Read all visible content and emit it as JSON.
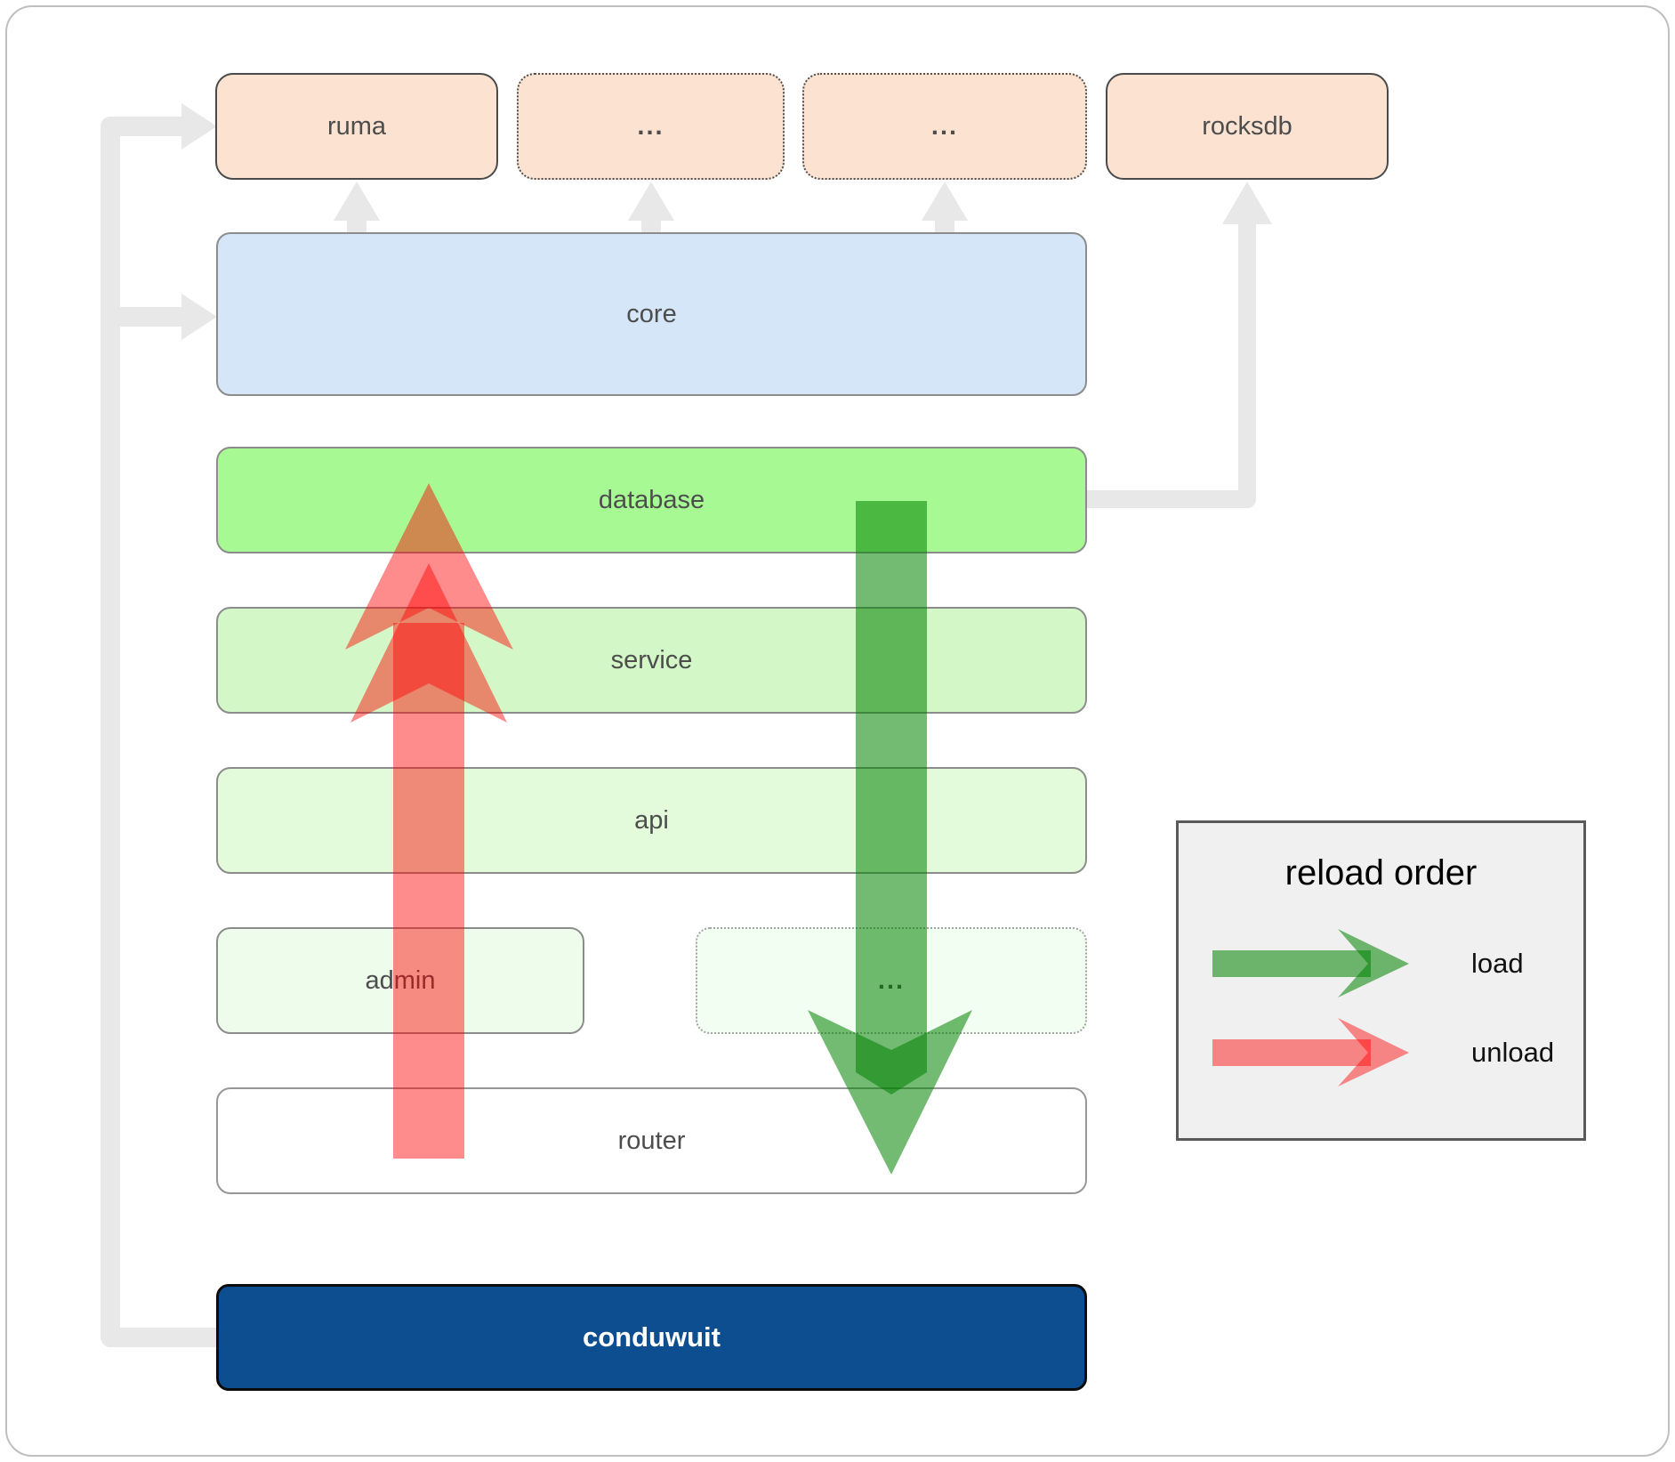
{
  "nodes": {
    "ruma": {
      "label": "ruma"
    },
    "dots_top1": {
      "label": "..."
    },
    "dots_top2": {
      "label": "..."
    },
    "rocksdb": {
      "label": "rocksdb"
    },
    "core": {
      "label": "core"
    },
    "database": {
      "label": "database"
    },
    "service": {
      "label": "service"
    },
    "api": {
      "label": "api"
    },
    "admin": {
      "label": "admin"
    },
    "dots_mid": {
      "label": "..."
    },
    "router": {
      "label": "router"
    },
    "conduwuit": {
      "label": "conduwuit"
    }
  },
  "legend": {
    "title": "reload order",
    "items": [
      {
        "label": "load",
        "color": "green"
      },
      {
        "label": "unload",
        "color": "red"
      }
    ]
  },
  "colors": {
    "peach": "#fce3d1",
    "blue": "#d4e6f8",
    "green-bright": "#a7fa93",
    "green-light": "#d3f7c6",
    "green-lighter": "#e3fbda",
    "green-faint": "#eefdeb",
    "green-faintest": "#f3fef2",
    "navy": "#0d4e91",
    "legend-bg": "#f0f0f0",
    "connector": "#e8e8e8",
    "text": "#4d4d4d",
    "red-arrow": "#ff0000",
    "green-arrow": "#008200"
  }
}
